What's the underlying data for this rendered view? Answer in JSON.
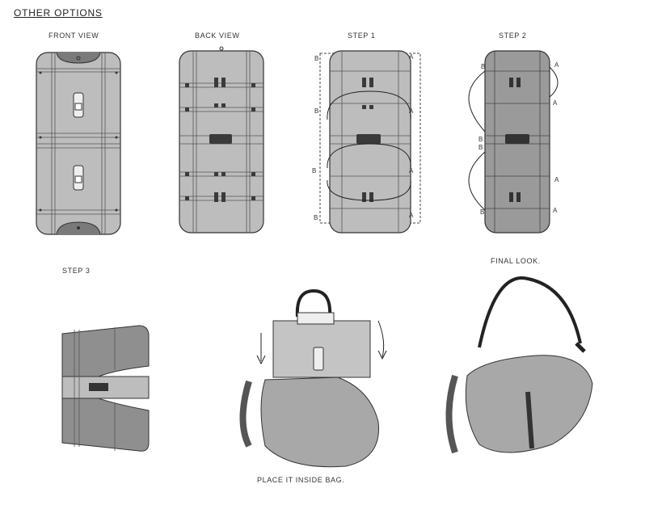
{
  "title": "OTHER OPTIONS",
  "views": {
    "front": "FRONT VIEW",
    "back": "BACK VIEW",
    "step1": "STEP 1",
    "step2": "STEP 2",
    "step3": "STEP 3",
    "final": "FINAL LOOK."
  },
  "caption_inside": "PLACE IT INSIDE BAG.",
  "markers": {
    "a": "A",
    "b": "B"
  },
  "colors": {
    "panel_fill": "#bdbdbd",
    "panel_dark": "#8c8c8c",
    "bag_fill": "#a8a8a8",
    "stroke": "#333333",
    "accent": "#3a3a3a"
  }
}
